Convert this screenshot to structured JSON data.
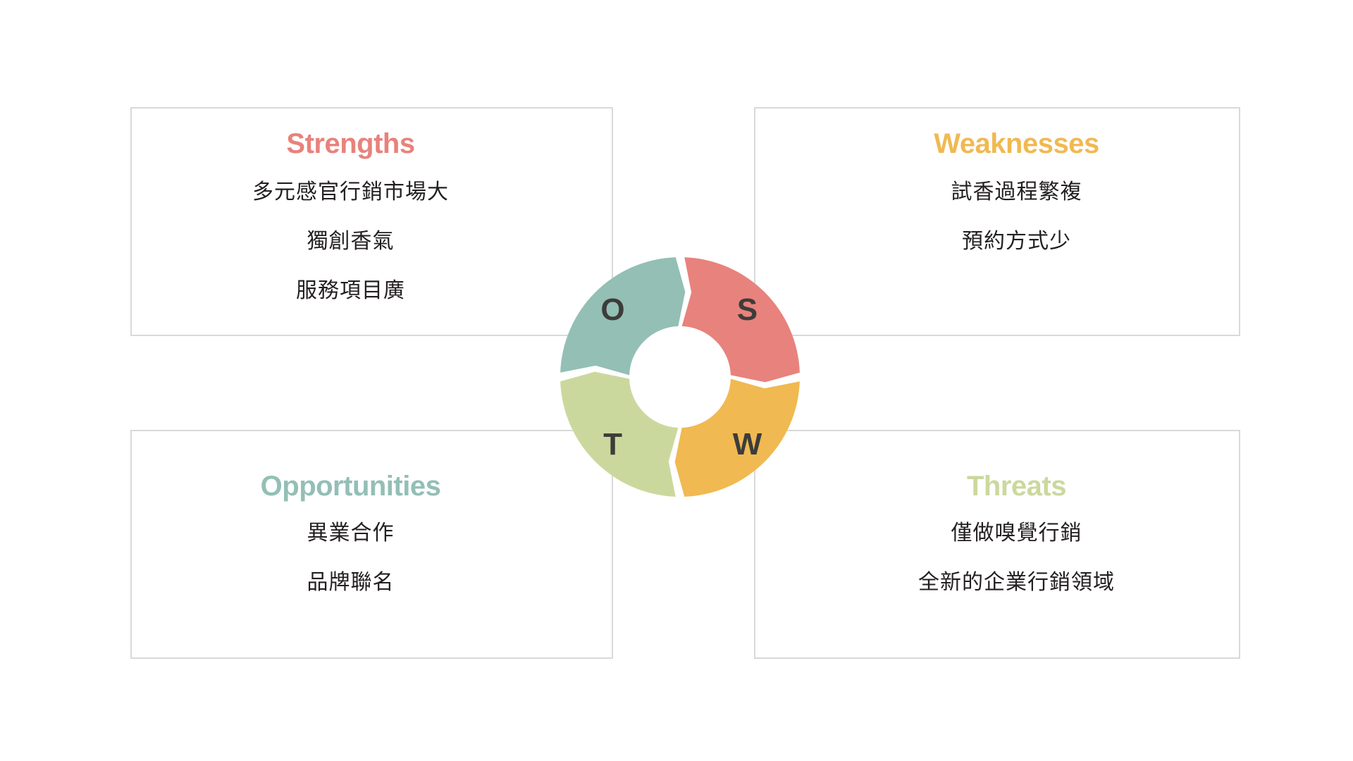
{
  "diagram": {
    "type": "swot",
    "background": "#ffffff",
    "box_border_color": "#d9d9d9",
    "body_text_color": "#231f20",
    "letter_color": "#3d3c3a",
    "center_hole_color": "#ffffff"
  },
  "quadrants": [
    {
      "key": "strengths",
      "title": "Strengths",
      "letter": "S",
      "color": "#e8827c",
      "position": "top-left",
      "items": [
        "多元感官行銷市場大",
        "獨創香氣",
        "服務項目廣"
      ]
    },
    {
      "key": "weaknesses",
      "title": "Weaknesses",
      "letter": "W",
      "color": "#f0b952",
      "position": "top-right",
      "items": [
        "試香過程繁複",
        "預約方式少"
      ]
    },
    {
      "key": "opportunities",
      "title": "Opportunities",
      "letter": "O",
      "color": "#93bfb5",
      "position": "bottom-left",
      "items": [
        "異業合作",
        "品牌聯名"
      ]
    },
    {
      "key": "threats",
      "title": "Threats",
      "letter": "T",
      "color": "#cbd89d",
      "position": "bottom-right",
      "items": [
        "僅做嗅覺行銷",
        "全新的企業行銷領域"
      ]
    }
  ],
  "chart_data": {
    "type": "pie",
    "title": "SWOT",
    "subtype": "donut-with-chevron-segments",
    "categories": [
      "S",
      "W",
      "T",
      "O"
    ],
    "values": [
      25,
      25,
      25,
      25
    ],
    "colors": [
      "#e8827c",
      "#f0b952",
      "#cbd89d",
      "#93bfb5"
    ],
    "labels": [
      "Strengths",
      "Weaknesses",
      "Threats",
      "Opportunities"
    ],
    "outer_radius": 170,
    "inner_radius": 72,
    "start_angle_deg": -90,
    "legend": "none",
    "grid": false
  }
}
